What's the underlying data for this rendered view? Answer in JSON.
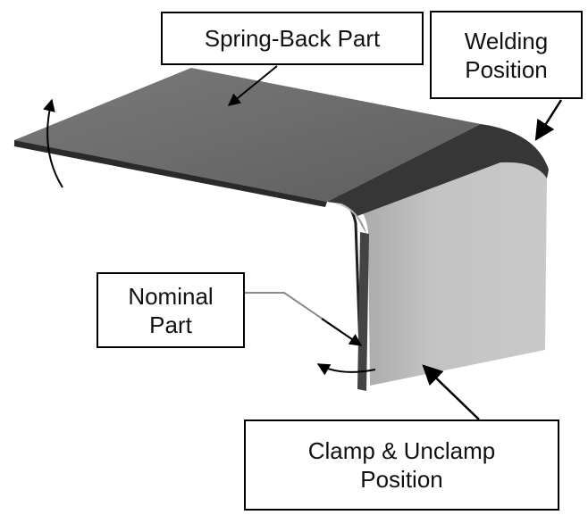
{
  "colors": {
    "upper_surface": "#6a6a6a",
    "weld_zone": "#3a3a3a",
    "side_surface": "#bdbdbd",
    "bend": "#9a9a9a",
    "nominal_edge": "#1e1e1e",
    "arrow": "#000000",
    "leader_gray": "#8a8a8a"
  },
  "labels": {
    "spring_back": "Spring-Back Part",
    "welding": [
      "Welding",
      "Position"
    ],
    "nominal": [
      "Nominal",
      "Part"
    ],
    "clamp": [
      "Clamp & Unclamp",
      "Position"
    ]
  }
}
